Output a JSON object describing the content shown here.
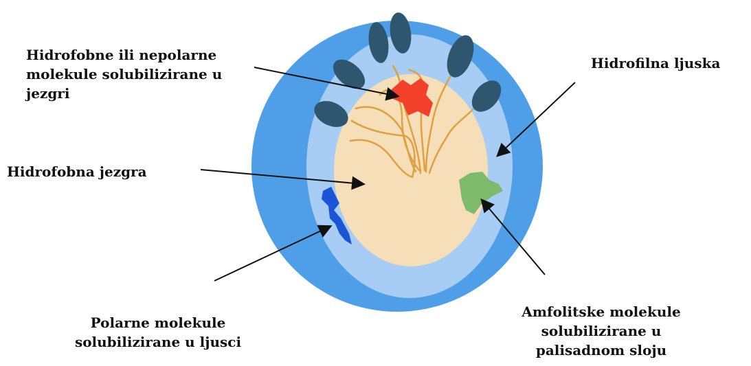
{
  "labels": {
    "hydrophobic_molecules": [
      "Hidrofobne ili nepolarne",
      "molekule solubilizirane u",
      "jezgri"
    ],
    "hydrophilic_shell": [
      "Hidrofilna ljuska"
    ],
    "hydrophobic_core": [
      "Hidrofobna jezgra"
    ],
    "polar_molecules": [
      "Polarne molekule",
      "solubilizirane u ljusci"
    ],
    "ampholytic_molecules": [
      "Amfolitske molekule",
      "solubilizirane u",
      "palisadnom sloju"
    ]
  },
  "colors": {
    "shell_outer": "#4f9ee8",
    "shell_inner": "#a7cdf5",
    "core": "#f5deb8",
    "head_groups": "#2e566f",
    "tails": "#e0a040",
    "hydrophobic_molecule": "#f2402a",
    "polar_molecule": "#1a55d8",
    "ampholytic_molecule": "#7dbb6a",
    "arrows": "#111111"
  },
  "icons": {
    "hydrophobic_molecule": "red-blob-icon",
    "polar_molecule": "blue-blob-icon",
    "ampholytic_molecule": "green-blob-icon"
  }
}
